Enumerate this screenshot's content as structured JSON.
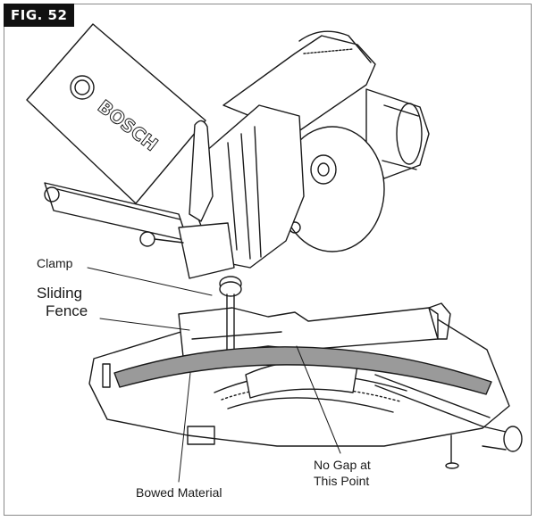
{
  "figure": {
    "badge": "FIG. 52",
    "brand_mark": "BOSCH"
  },
  "callouts": {
    "clamp": "Clamp",
    "sliding_fence_line1": "Sliding",
    "sliding_fence_line2": "Fence",
    "no_gap_line1": "No Gap at",
    "no_gap_line2": "This Point",
    "bowed_material": "Bowed Material"
  },
  "colors": {
    "ink": "#1a1a1a",
    "badge_bg": "#111111",
    "stock": "#9a9a9a",
    "frame": "#8a8a8a"
  }
}
